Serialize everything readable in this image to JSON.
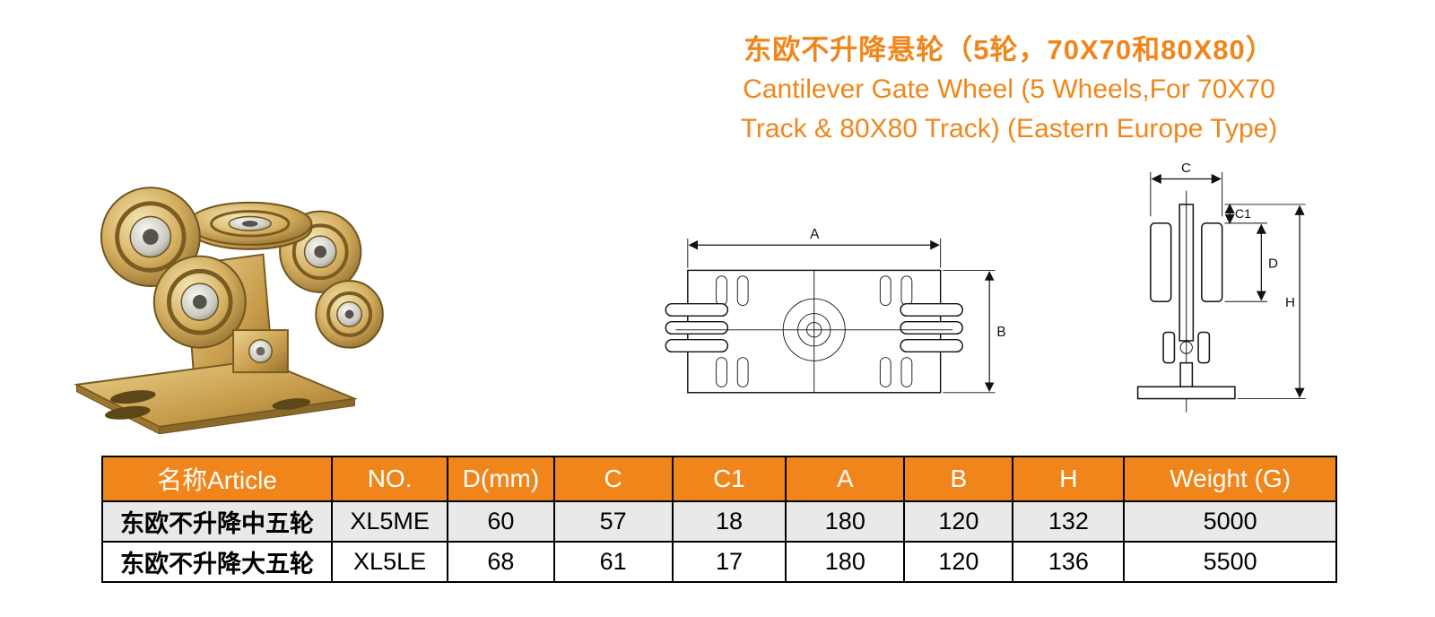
{
  "title": {
    "line1": "东欧不升降悬轮（5轮，70X70和80X80）",
    "line2": "Cantilever Gate Wheel (5 Wheels,For 70X70",
    "line3": "Track & 80X80 Track) (Eastern Europe Type)"
  },
  "colors": {
    "accent": "#F0861B",
    "row_alt": "#E9E9E9"
  },
  "diagram": {
    "front": {
      "width_label": "A",
      "height_label": "B"
    },
    "side": {
      "top_label": "C",
      "offset_label": "C1",
      "wheel_label": "D",
      "height_label": "H"
    }
  },
  "table": {
    "headers": [
      "名称Article",
      "NO.",
      "D(mm)",
      "C",
      "C1",
      "A",
      "B",
      "H",
      "Weight (G)"
    ],
    "rows": [
      [
        "东欧不升降中五轮",
        "XL5ME",
        "60",
        "57",
        "18",
        "180",
        "120",
        "132",
        "5000"
      ],
      [
        "东欧不升降大五轮",
        "XL5LE",
        "68",
        "61",
        "17",
        "180",
        "120",
        "136",
        "5500"
      ]
    ]
  }
}
